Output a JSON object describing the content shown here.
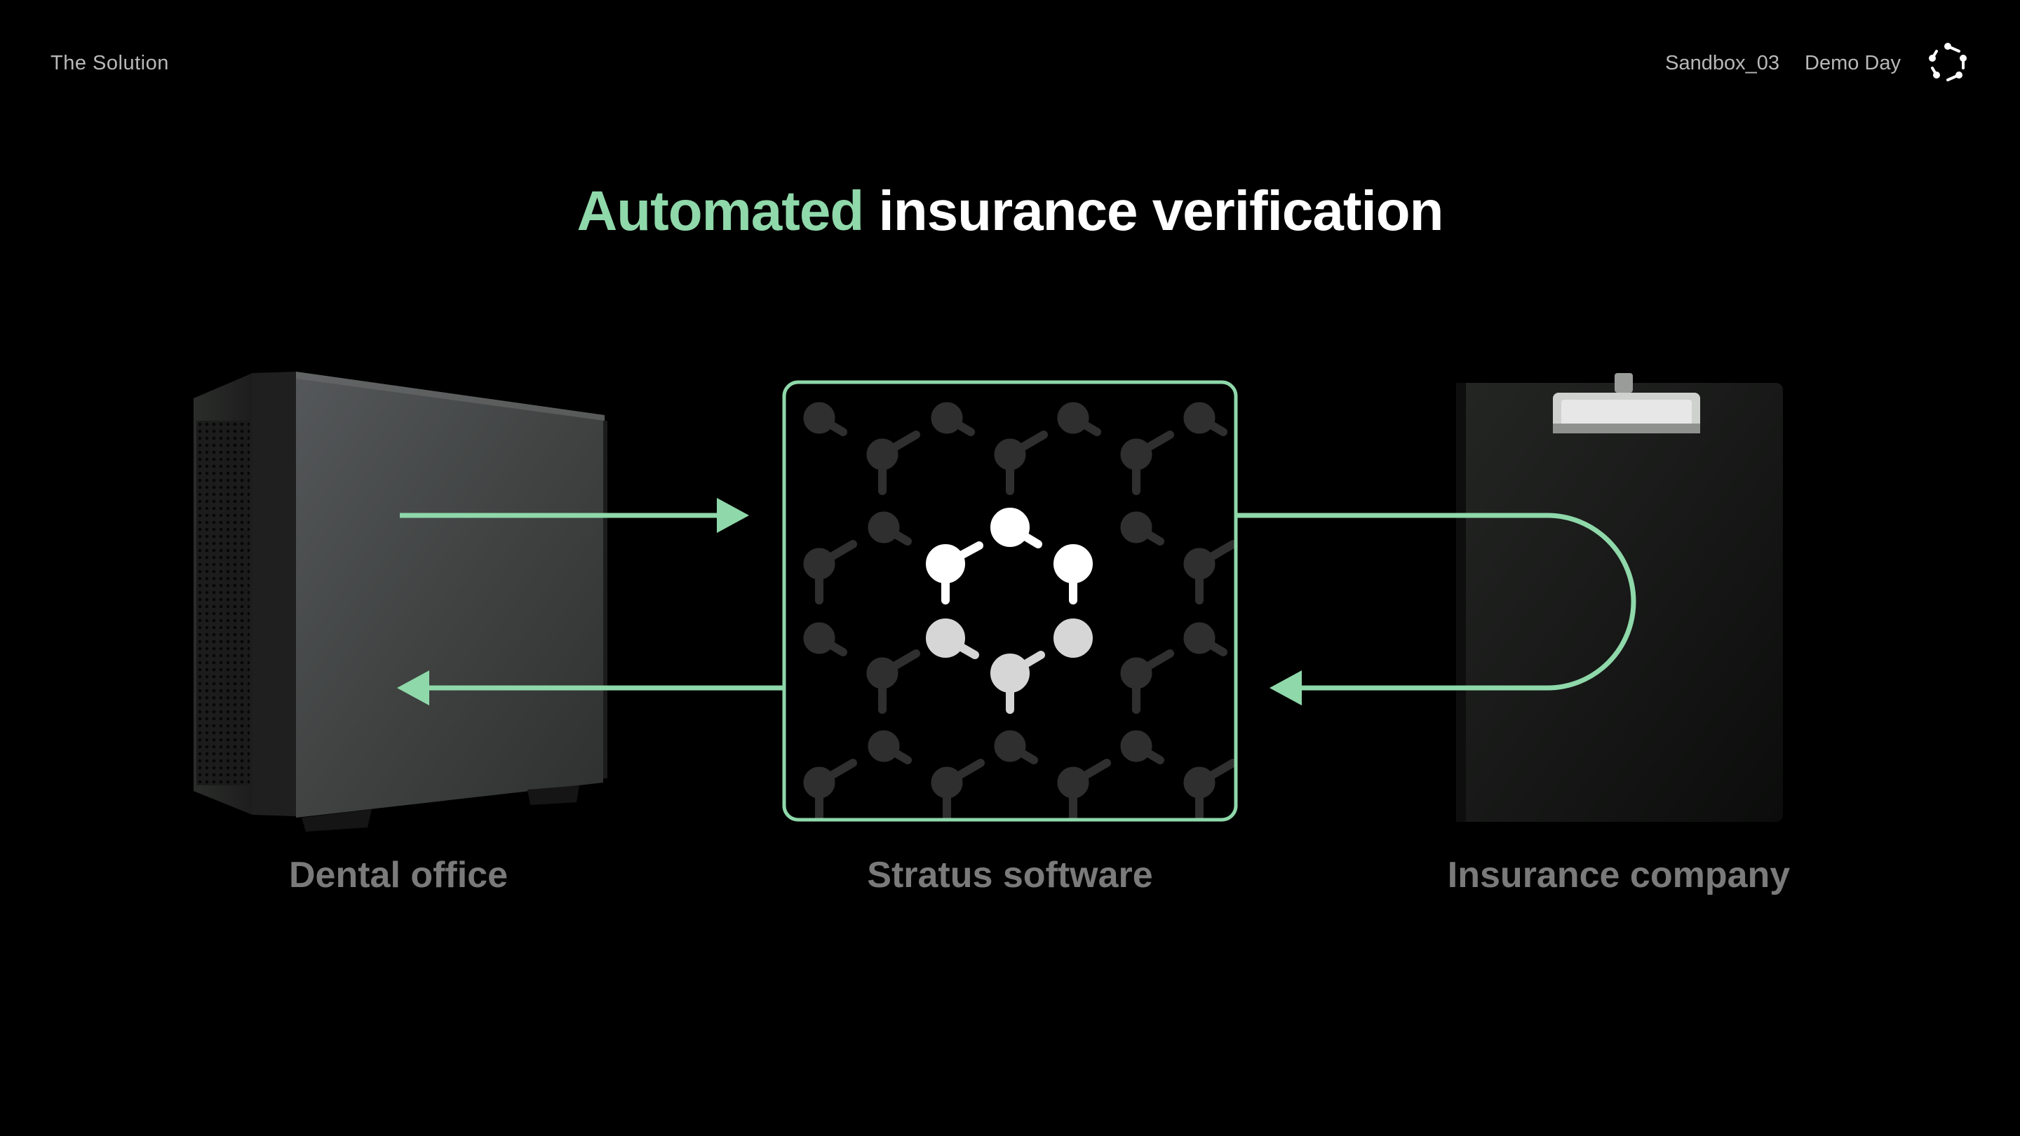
{
  "header": {
    "section": "The Solution",
    "project": "Sandbox_03",
    "event": "Demo Day",
    "logo_icon": "ring-of-dots-icon"
  },
  "title": {
    "accent": "Automated",
    "rest": "insurance verification"
  },
  "nodes": [
    {
      "id": "dental",
      "label": "Dental office",
      "icon": "pc-tower-icon"
    },
    {
      "id": "stratus",
      "label": "Stratus software",
      "icon": "molecule-hexagon-icon"
    },
    {
      "id": "insurance",
      "label": "Insurance company",
      "icon": "clipboard-icon"
    }
  ],
  "colors": {
    "accent": "#8fd8aa",
    "background": "#000000",
    "label": "#7a7a7a",
    "header_text": "#b8b8b8"
  }
}
